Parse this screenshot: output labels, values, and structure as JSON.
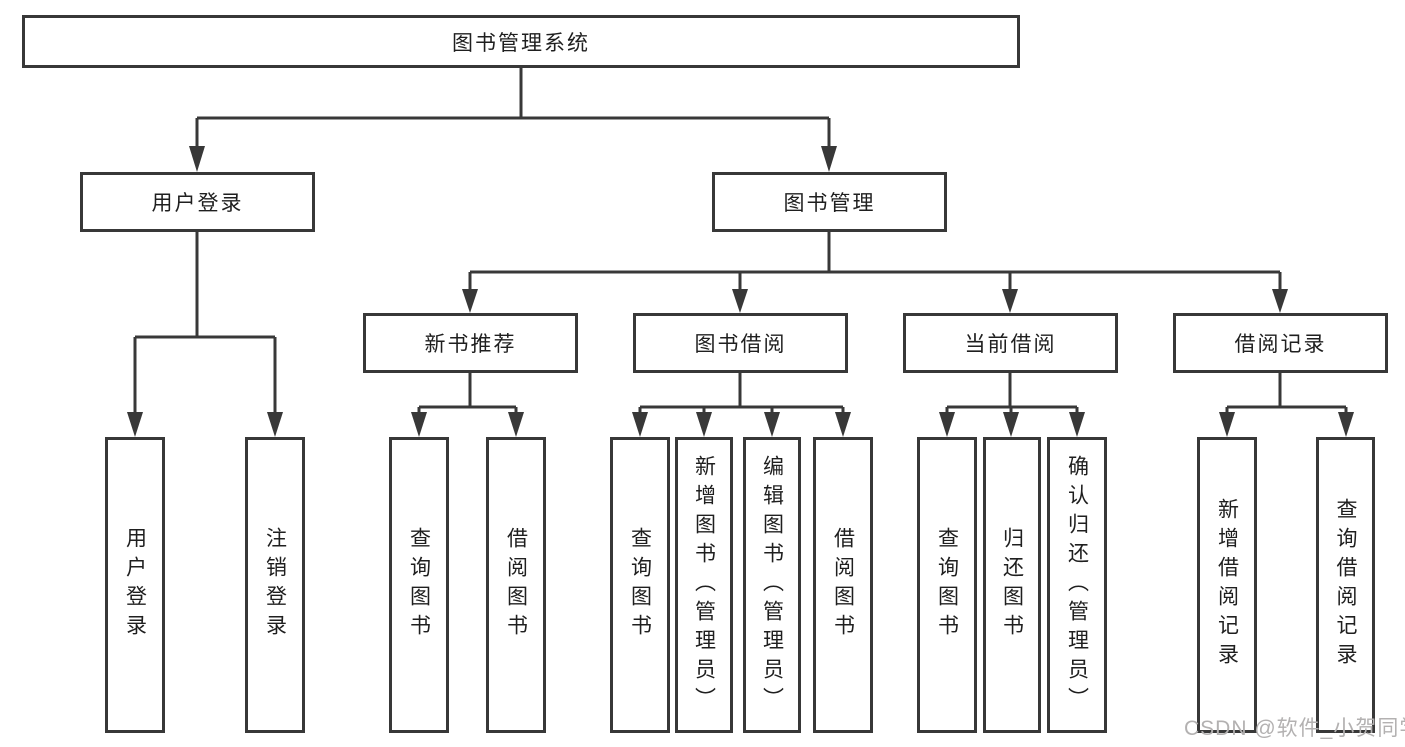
{
  "diagram": {
    "root": {
      "label": "图书管理系统"
    },
    "branches": [
      {
        "label": "用户登录"
      },
      {
        "label": "图书管理"
      }
    ],
    "modules": [
      {
        "label": "新书推荐"
      },
      {
        "label": "图书借阅"
      },
      {
        "label": "当前借阅"
      },
      {
        "label": "借阅记录"
      }
    ],
    "functions": [
      {
        "label": "用户登录"
      },
      {
        "label": "注销登录"
      },
      {
        "label": "查询图书"
      },
      {
        "label": "借阅图书"
      },
      {
        "label": "查询图书"
      },
      {
        "label": "新增图书（管理员）"
      },
      {
        "label": "编辑图书（管理员）"
      },
      {
        "label": "借阅图书"
      },
      {
        "label": "查询图书"
      },
      {
        "label": "归还图书"
      },
      {
        "label": "确认归还（管理员）"
      },
      {
        "label": "新增借阅记录"
      },
      {
        "label": "查询借阅记录"
      }
    ],
    "watermark": {
      "text": "CSDN @软件_小贺同学"
    },
    "colors": {
      "line": "#383838",
      "text": "#1f1f1f",
      "watermark": "#b3b1b1",
      "background": "#ffffff"
    }
  }
}
